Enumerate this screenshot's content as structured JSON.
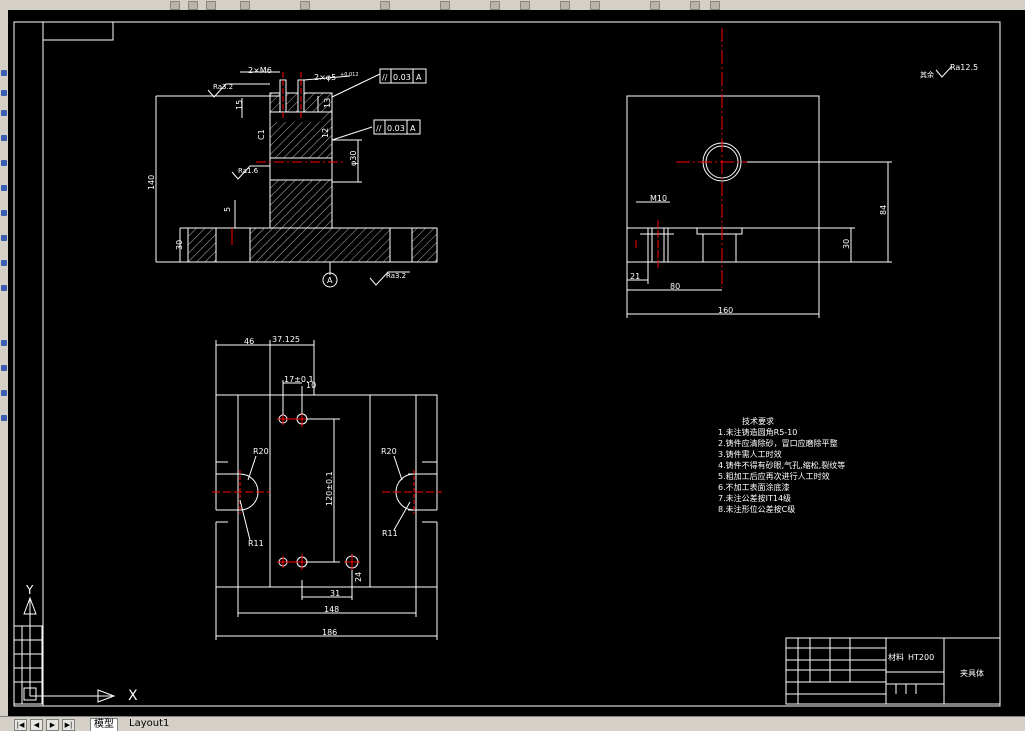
{
  "drawing": {
    "title_block": {
      "material_label": "材料",
      "material": "HT200",
      "part_name": "夹具体"
    },
    "front_view": {
      "dims": {
        "holes_left": "2×M6",
        "holes_right": "2×φ5",
        "hole_tol": "+0.012",
        "d15": "15",
        "d13": "13",
        "c1": "C1",
        "h140": "140",
        "d5": "5",
        "d30": "30",
        "d12": "12",
        "phi30": "φ30"
      },
      "roughness": {
        "r1": "Ra3.2",
        "r2": "Ra1.6",
        "r3": "Ra3.2"
      },
      "tolerances": {
        "t1_sym": "//",
        "t1_val": "0.03",
        "t1_ref": "A",
        "t2_sym": "//",
        "t2_val": "0.03",
        "t2_ref": "A"
      },
      "datum": "A"
    },
    "side_view": {
      "roughness_note_label": "其余",
      "roughness_note_value": "Ra12.5",
      "dims": {
        "m10": "M10",
        "d84": "84",
        "d30": "30",
        "d21": "21",
        "d80": "80",
        "d160": "160"
      }
    },
    "top_view": {
      "dims": {
        "d46": "46",
        "d37": "37.125",
        "d17": "17±0.1",
        "d10": "10",
        "r20l": "R20",
        "r20r": "R20",
        "r11l": "R11",
        "r11r": "R11",
        "d120": "120±0.1",
        "d24": "24",
        "d31": "31",
        "d148": "148",
        "d186": "186"
      }
    },
    "tech_req": {
      "title": "技术要求",
      "items": [
        "1.未注铸造圆角R5-10",
        "2.铸件应清除砂，冒口应磨除平整",
        "3.铸件需人工时效",
        "4.铸件不得有砂眼,气孔,缩松,裂纹等",
        "5.粗加工后应再次进行人工时效",
        "6.不加工表面涂底漆",
        "7.未注公差按IT14级",
        "8.未注形位公差按C级"
      ]
    },
    "ucs": {
      "x": "X",
      "y": "Y"
    }
  },
  "tabs": {
    "model": "模型",
    "layout1": "Layout1"
  },
  "nav": {
    "first": "|◀",
    "prev": "◀",
    "next": "▶",
    "last": "▶|"
  },
  "colors": {
    "background": "#000000",
    "lines": "#ffffff",
    "centerline": "#ff0000",
    "chrome": "#d4d0c8"
  }
}
